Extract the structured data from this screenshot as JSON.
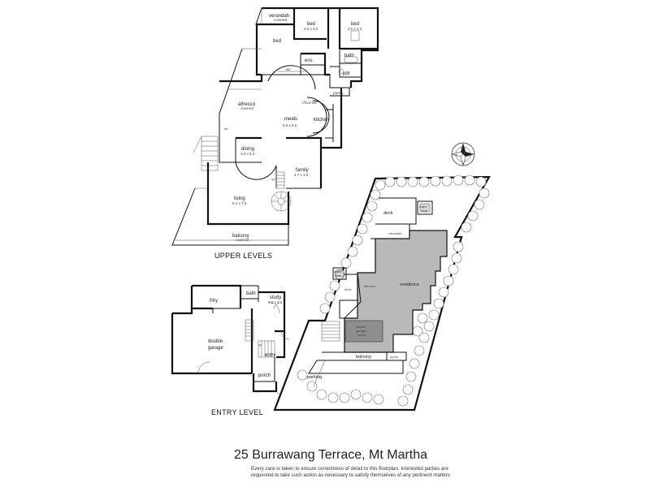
{
  "address": "25 Burrawang Terrace, Mt Martha",
  "disclaimer": "Every care is taken to ensure correctness of detail to this floorplan. Interested parties are requested to take such action as necessary to satisfy themselves of any pertinent matters",
  "sections": {
    "upper": "UPPER LEVELS",
    "entry": "ENTRY LEVEL"
  },
  "upper_rooms": {
    "verandah": "verandah",
    "verandah_sub": "covered",
    "bed_left": "bed",
    "bed_left_size": "3.3 x 3.3",
    "bed_right": "bed",
    "bed_right_size": "3.5 x 3.3",
    "bed_main": "bed",
    "ens": "ens",
    "bath": "bath",
    "wir": "wir",
    "pdr": "pdr",
    "pantry": "pantry",
    "alfresco": "alfresco",
    "alfresco_sub": "covered",
    "meals": "meals",
    "meals_size": "6.8 x 6.5",
    "kitchen": "kitchen",
    "bar": "r/foot bar",
    "dining": "dining",
    "dining_size": "3.2 x 3.3",
    "family": "family",
    "family_size": "4.7 x 3.2",
    "living": "living",
    "living_size": "6.2 x 7.5",
    "balcony": "balcony",
    "balcony_sub": "covered",
    "up": "up",
    "dn": "dn"
  },
  "entry_rooms": {
    "fitry": "f/try",
    "bath": "bath",
    "study": "study",
    "study_size": "3.2 x 3.6",
    "garage": "double",
    "garage2": "garage",
    "entry": "entry",
    "porch": "porch",
    "up": "up"
  },
  "site": {
    "deck_top": "deck",
    "water_feat": "water",
    "water_feat2": "feat.",
    "verandah": "verandah",
    "water_feat_left": "water",
    "water_feat_left2": "feat.",
    "deck_left": "deck",
    "alfresco": "alfresco",
    "residence": "residence",
    "garage_below": "double",
    "garage_below2": "garage",
    "garage_below3": "below",
    "balcony": "balcony",
    "porch": "porch",
    "parking": "parking"
  },
  "compass": {
    "n": "N",
    "e": "E",
    "s": "S",
    "w": "W"
  },
  "colors": {
    "residence_fill": "#b9b9b9",
    "garage_fill": "#8e8e8e",
    "wall": "#111111",
    "tree_stroke": "#777777"
  }
}
